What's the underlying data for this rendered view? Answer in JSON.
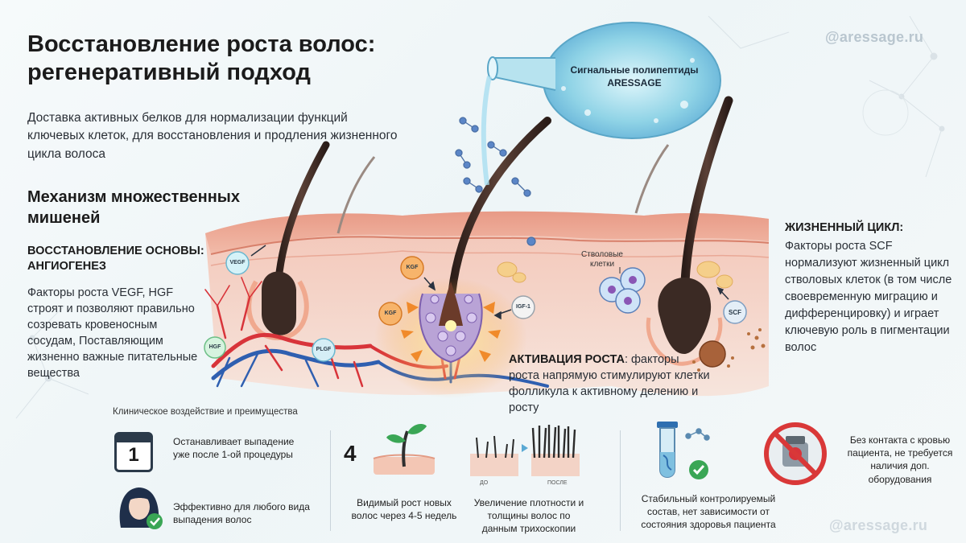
{
  "title": "Восстановление роста волос: регенеративный подход",
  "subtitle": "Доставка активных белков для нормализации функций ключевых клеток, для восстановления и продления жизненного цикла волоса",
  "mechanism_heading": "Механизм множественных мишеней",
  "angiogenesis": {
    "heading": "ВОССТАНОВЛЕНИЕ ОСНОВЫ: АНГИОГЕНЕЗ",
    "text": "Факторы роста VEGF, HGF строят и позволяют правильно созревать кровеносным сосудам, Поставляющим жизненно важные питательные вещества"
  },
  "life_cycle": {
    "heading": "ЖИЗНЕННЫЙ ЦИКЛ:",
    "text": "Факторы роста SCF нормализуют жизненный цикл стволовых клеток (в том числе своевременную миграцию и дифференцировку) и играет ключевую роль в пигментации волос"
  },
  "activation": {
    "heading": "АКТИВАЦИЯ РОСТА",
    "text": ": факторы роста напрямую стимулируют клетки фолликула к активному делению и росту"
  },
  "flask_label": "Сигнальные полипептиды ARESSAGE",
  "stem_cells_label": "Стволовые клетки",
  "factor_labels": {
    "vegf": "VEGF",
    "hgf": "HGF",
    "plgf": "PLGF",
    "kgf1": "KGF",
    "kgf2": "KGF",
    "igf": "IGF-1",
    "scf": "SCF"
  },
  "watermark_top": "@aressage.ru",
  "watermark_bottom": "@aressage.ru",
  "benefits": {
    "heading": "Клиническое воздействие и преимущества",
    "calendar_number": "1",
    "item1": "Останавливает выпадение уже после 1-ой процедуры",
    "item2": "Эффективно для любого вида выпадения волос",
    "weeks_number": "4",
    "item3": "Видимый рост новых волос через 4-5 недель",
    "before_label": "до",
    "after_label": "после",
    "item4": "Увеличение плотности и толщины волос по данным трихоскопии",
    "item5": "Стабильный контролируемый состав, нет зависимости от состояния здоровья пациента",
    "item6": "Без контакта с кровью пациента, не требуется наличия доп. оборудования"
  },
  "colors": {
    "skin": "#f2b8a8",
    "dermis": "#f6d3c6",
    "hair": "#3b2a24",
    "vessel_red": "#d8343a",
    "vessel_blue": "#2f5fb0",
    "accent_orange": "#f08a2b",
    "check_green": "#3aa655"
  }
}
